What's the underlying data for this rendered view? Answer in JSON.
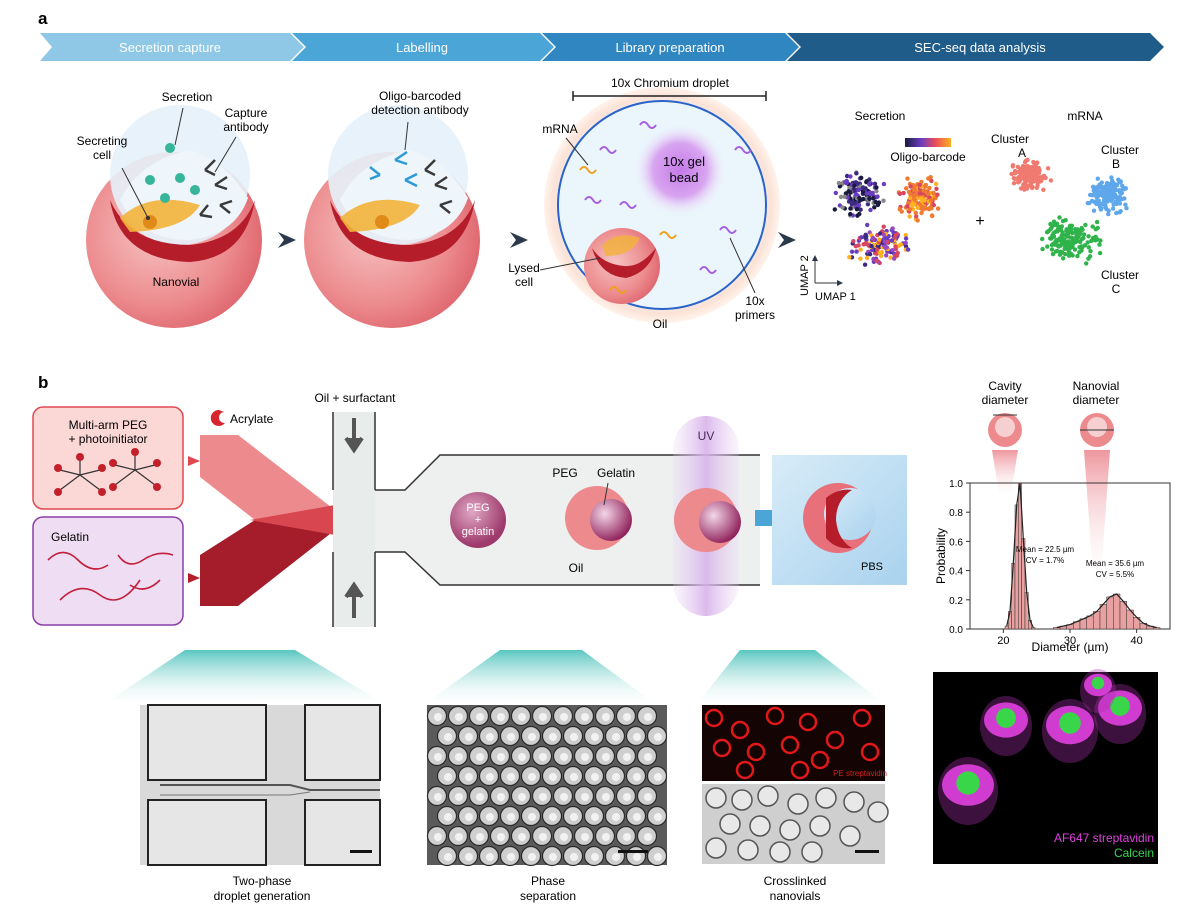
{
  "panel_a": {
    "letter": "a",
    "steps": [
      "Secretion capture",
      "Labelling",
      "Library preparation",
      "SEC-seq data analysis"
    ],
    "labels": {
      "secreting_cell": [
        "Secreting",
        "cell"
      ],
      "secretion": "Secretion",
      "capture_antibody": [
        "Capture",
        "antibody"
      ],
      "nanovial": "Nanovial",
      "detection_antibody": [
        "Oligo-barcoded",
        "detection antibody"
      ],
      "droplet_title": "10x Chromium droplet",
      "mrna": "mRNA",
      "gel_bead": [
        "10x gel",
        "bead"
      ],
      "lysed_cell": [
        "Lysed",
        "cell"
      ],
      "primers": [
        "10x",
        "primers"
      ],
      "oil": "Oil",
      "secretion_plot": "Secretion",
      "mrna_plot": "mRNA",
      "oligo_barcode": "Oligo-barcode",
      "umap1": "UMAP 1",
      "umap2": "UMAP 2",
      "plus": "+",
      "cluster_a": [
        "Cluster",
        "A"
      ],
      "cluster_b": [
        "Cluster",
        "B"
      ],
      "cluster_c": [
        "Cluster",
        "C"
      ]
    }
  },
  "panel_b": {
    "letter": "b",
    "peg_box": [
      "Multi-arm PEG",
      "+ photoinitiator"
    ],
    "gelatin_box": "Gelatin",
    "acrylate": "Acrylate",
    "oil_surfactant": "Oil + surfactant",
    "peg_gelatin": [
      "PEG",
      "+",
      "gelatin"
    ],
    "peg": "PEG",
    "gelatin": "Gelatin",
    "oil": "Oil",
    "uv": "UV",
    "pbs": "PBS",
    "cavity_diameter": [
      "Cavity",
      "diameter"
    ],
    "nanovial_diameter": [
      "Nanovial",
      "diameter"
    ],
    "captions": [
      [
        "Two-phase",
        "droplet generation"
      ],
      [
        "Phase",
        "separation"
      ],
      [
        "Crosslinked",
        "nanovials"
      ]
    ],
    "pe_streptavidin": "PE streptavidin",
    "af647": "AF647 streptavidin",
    "calcein": "Calcein"
  },
  "chart_data": {
    "type": "bar",
    "xlabel": "Diameter (µm)",
    "ylabel": "Probability",
    "xlim": [
      15,
      45
    ],
    "ylim": [
      0,
      1.0
    ],
    "xticks": [
      20,
      30,
      40
    ],
    "yticks": [
      0,
      0.2,
      0.4,
      0.6,
      0.8,
      1.0
    ],
    "grid": false,
    "series": [
      {
        "x": [
          20.5,
          21.0,
          21.5,
          22.0,
          22.5,
          23.0,
          23.5,
          24.0,
          24.5
        ],
        "values": [
          0.02,
          0.12,
          0.45,
          0.85,
          1.0,
          0.62,
          0.25,
          0.06,
          0.01
        ],
        "color": "#e8a0a0"
      },
      {
        "x": [
          28,
          29,
          30,
          31,
          32,
          33,
          34,
          35,
          36,
          37,
          38,
          39,
          40,
          41,
          42,
          43
        ],
        "values": [
          0.01,
          0.02,
          0.03,
          0.05,
          0.07,
          0.09,
          0.12,
          0.17,
          0.22,
          0.24,
          0.19,
          0.13,
          0.08,
          0.04,
          0.02,
          0.01
        ],
        "color": "#e8a0a0"
      }
    ],
    "annotations": [
      [
        "Mean = 22.5 µm",
        "CV = 1.7%"
      ],
      [
        "Mean = 35.6 µm",
        "CV = 5.5%"
      ]
    ]
  },
  "colors": {
    "banner1": "#8ec8e6",
    "banner2": "#4ba5d6",
    "banner3": "#2f86c0",
    "banner4": "#1f5c8a",
    "nanovial": "#e8707a",
    "cavity": "#b51d2a",
    "cluster_a": "#f07a6f",
    "cluster_b": "#5ea7ea",
    "cluster_c": "#2fb34a",
    "magenta": "#e040e0",
    "green": "#3ad64a"
  }
}
